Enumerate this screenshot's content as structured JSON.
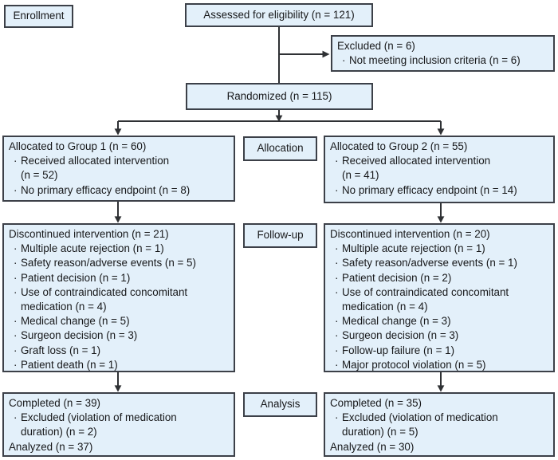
{
  "diagram": {
    "bullet": "·",
    "colors": {
      "box_fill": "#e3f0fa",
      "box_border": "#3c4048",
      "line": "#2f3134",
      "text": "#17181a"
    },
    "stages": {
      "enrollment": "Enrollment",
      "allocation": "Allocation",
      "followup": "Follow-up",
      "analysis": "Analysis"
    },
    "boxes": {
      "assessed": {
        "title": "Assessed for eligibility (n = 121)"
      },
      "excluded": {
        "title": "Excluded (n = 6)",
        "items": [
          "Not meeting inclusion criteria (n = 6)"
        ]
      },
      "randomized": {
        "title": "Randomized (n = 115)"
      },
      "group1": {
        "title": "Allocated to Group 1 (n = 60)",
        "items": [
          "Received allocated intervention\n(n = 52)",
          "No primary efficacy endpoint (n = 8)"
        ]
      },
      "group2": {
        "title": "Allocated to Group 2 (n = 55)",
        "items": [
          "Received allocated intervention\n(n = 41)",
          "No primary efficacy endpoint (n = 14)"
        ]
      },
      "discontinued1": {
        "title": "Discontinued intervention (n = 21)",
        "items": [
          "Multiple acute rejection (n = 1)",
          "Safety reason/adverse events (n = 5)",
          "Patient decision (n = 1)",
          "Use of contraindicated concomitant\nmedication (n = 4)",
          "Medical change (n = 5)",
          "Surgeon decision (n = 3)",
          "Graft loss (n = 1)",
          "Patient death (n = 1)"
        ]
      },
      "discontinued2": {
        "title": "Discontinued intervention (n = 20)",
        "items": [
          "Multiple acute rejection (n = 1)",
          "Safety reason/adverse events (n = 1)",
          "Patient decision (n = 2)",
          "Use of contraindicated concomitant\nmedication (n = 4)",
          "Medical change (n = 3)",
          "Surgeon decision (n = 3)",
          "Follow-up failure (n = 1)",
          "Major protocol violation (n = 5)"
        ]
      },
      "completed1": {
        "title": "Completed (n = 39)",
        "items": [
          "Excluded (violation of medication\nduration) (n = 2)"
        ],
        "footer": "Analyzed (n = 37)"
      },
      "completed2": {
        "title": "Completed (n = 35)",
        "items": [
          "Excluded (violation of medication\nduration) (n = 5)"
        ],
        "footer": "Analyzed (n = 30)"
      }
    }
  }
}
